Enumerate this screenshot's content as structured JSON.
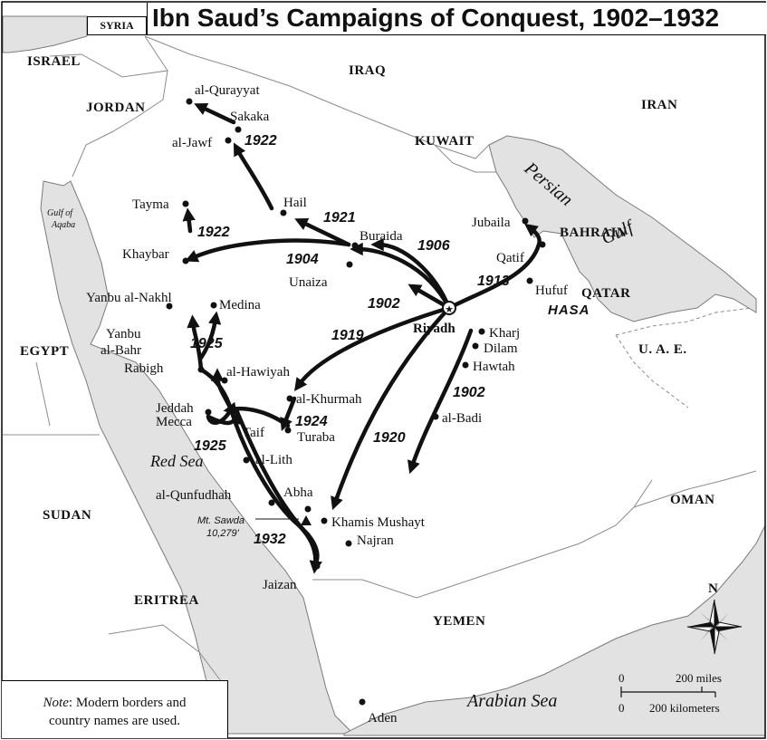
{
  "title": "Ibn Saud’s Campaigns of Conquest, 1902–1932",
  "note": {
    "label": "Note",
    "text": ": Modern borders and country names are used."
  },
  "note_line1": "Modern borders and",
  "note_line2": "country names are used.",
  "countries": {
    "syria": "SYRIA",
    "israel": "ISRAEL",
    "jordan": "JORDAN",
    "iraq": "IRAQ",
    "iran": "IRAN",
    "kuwait": "KUWAIT",
    "bahrain": "BAHRAIN",
    "qatar": "QATAR",
    "uae": "U. A. E.",
    "oman": "OMAN",
    "yemen": "YEMEN",
    "egypt": "EGYPT",
    "sudan": "SUDAN",
    "eritrea": "ERITREA"
  },
  "seas": {
    "persian_1": "Persian",
    "persian_2": "Gulf",
    "red_sea": "Red Sea",
    "arabian_sea": "Arabian Sea",
    "aqaba_1": "Gulf of",
    "aqaba_2": "Aqaba"
  },
  "region": "HASA",
  "mountain": {
    "name": "Mt. Sawda",
    "elevation": "10,279'"
  },
  "cities": {
    "qurayyat": "al-Qurayyat",
    "sakaka": "Sakaka",
    "jawf": "al-Jawf",
    "hail": "Hail",
    "tayma": "Tayma",
    "khaybar": "Khaybar",
    "buraida": "Buraida",
    "unaiza": "Unaiza",
    "riyadh": "Riyadh",
    "kharj": "Kharj",
    "dilam": "Dilam",
    "hawtah": "Hawtah",
    "badi": "al-Badi",
    "jubaila": "Jubaila",
    "qatif": "Qatif",
    "hufuf": "Hufuf",
    "yanbu_nakhl": "Yanbu al-Nakhl",
    "medina": "Medina",
    "yanbu_bahr_1": "Yanbu",
    "yanbu_bahr_2": "al-Bahr",
    "rabigh": "Rabigh",
    "hawiyah": "al-Hawiyah",
    "khurmah": "al-Khurmah",
    "turaba": "Turaba",
    "jeddah": "Jeddah",
    "mecca": "Mecca",
    "taif": "Taif",
    "lith": "al-Lith",
    "qunfudhah": "al-Qunfudhah",
    "abha": "Abha",
    "khamis": "Khamis Mushayt",
    "najran": "Najran",
    "jaizan": "Jaizan",
    "aden": "Aden"
  },
  "years": {
    "y1922a": "1922",
    "y1921": "1921",
    "y1922b": "1922",
    "y1904": "1904",
    "y1906": "1906",
    "y1913": "1913",
    "y1902a": "1902",
    "y1919": "1919",
    "y1925a": "1925",
    "y1924": "1924",
    "y1925b": "1925",
    "y1920": "1920",
    "y1902b": "1902",
    "y1932": "1932"
  },
  "scale": {
    "north": "N",
    "zero_top": "0",
    "miles": "200 miles",
    "zero_bottom": "0",
    "km": "200 kilometers"
  },
  "colors": {
    "sea": "#e2e2e2",
    "land": "#ffffff",
    "route": "#111111"
  }
}
